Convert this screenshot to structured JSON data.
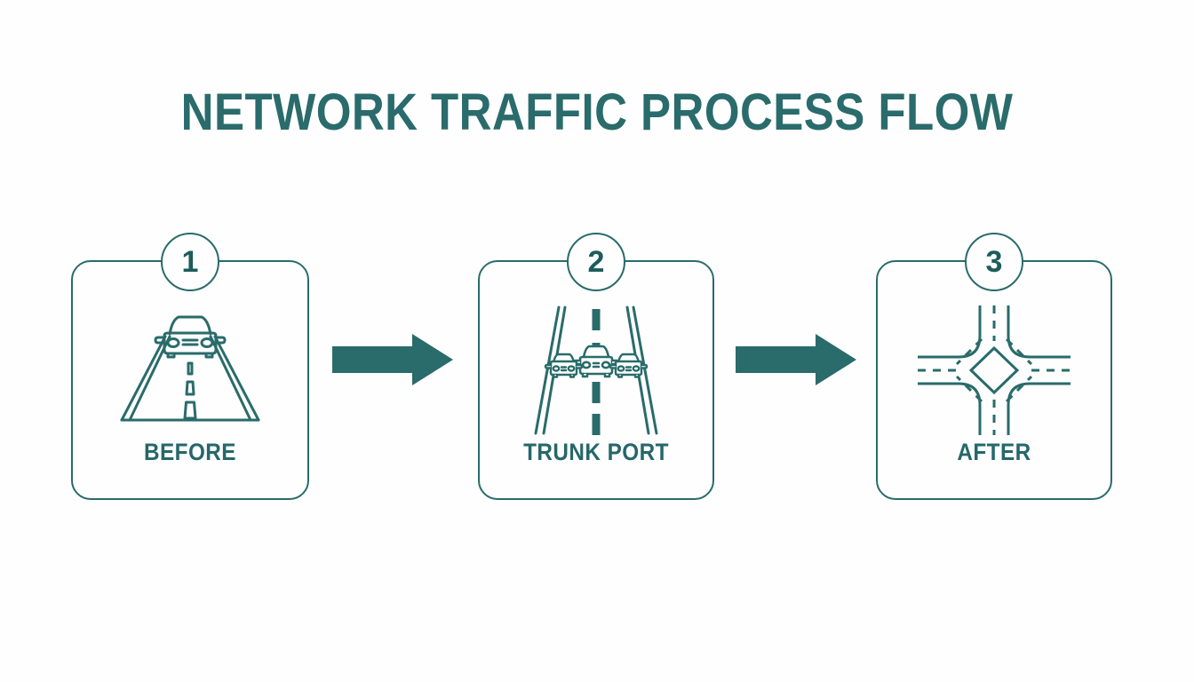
{
  "page": {
    "title": "NETWORK TRAFFIC PROCESS FLOW",
    "background_color": "#fefefe",
    "accent_color": "#2a6b6b",
    "label_color": "#26676a"
  },
  "flow": {
    "steps": [
      {
        "number": "1",
        "label": "BEFORE",
        "icon": "road-with-car-icon"
      },
      {
        "number": "2",
        "label": "TRUNK PORT",
        "icon": "road-with-three-cars-icon"
      },
      {
        "number": "3",
        "label": "AFTER",
        "icon": "four-way-intersection-icon"
      }
    ],
    "connectors": [
      {
        "icon": "right-arrow-icon"
      },
      {
        "icon": "right-arrow-icon"
      }
    ]
  }
}
